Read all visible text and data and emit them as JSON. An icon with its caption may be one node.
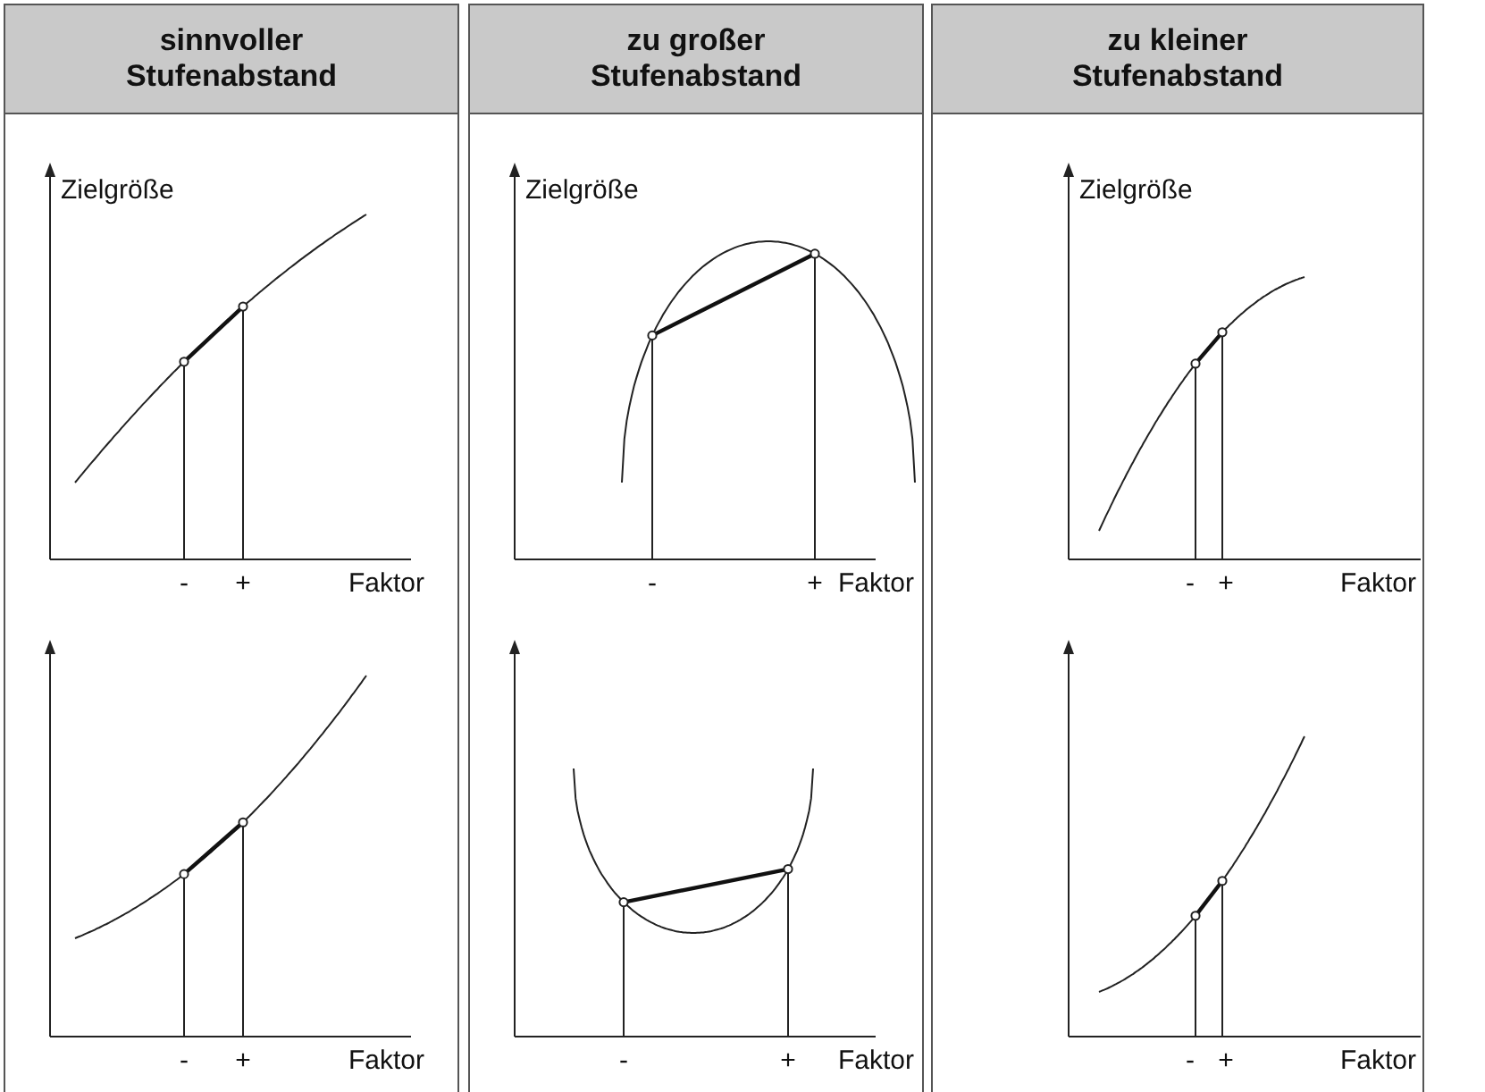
{
  "diagram": {
    "nodes": [
      {
        "text": [
          "sinnvoller Stufenabstand"
        ]
      },
      {
        "text": [
          "zu großer Stufenabstand"
        ]
      },
      {
        "text": [
          "zu kleiner Stufenabstand"
        ]
      }
    ],
    "labels": [
      "Zielgröße",
      "Zielgröße",
      "Zielgröße",
      "-",
      "+",
      "Faktor",
      "-",
      "+",
      "Faktor",
      "-",
      "+",
      "Faktor",
      "-",
      "+",
      "Faktor",
      "-",
      "+",
      "Faktor",
      "-",
      "+",
      "Faktor"
    ]
  }
}
